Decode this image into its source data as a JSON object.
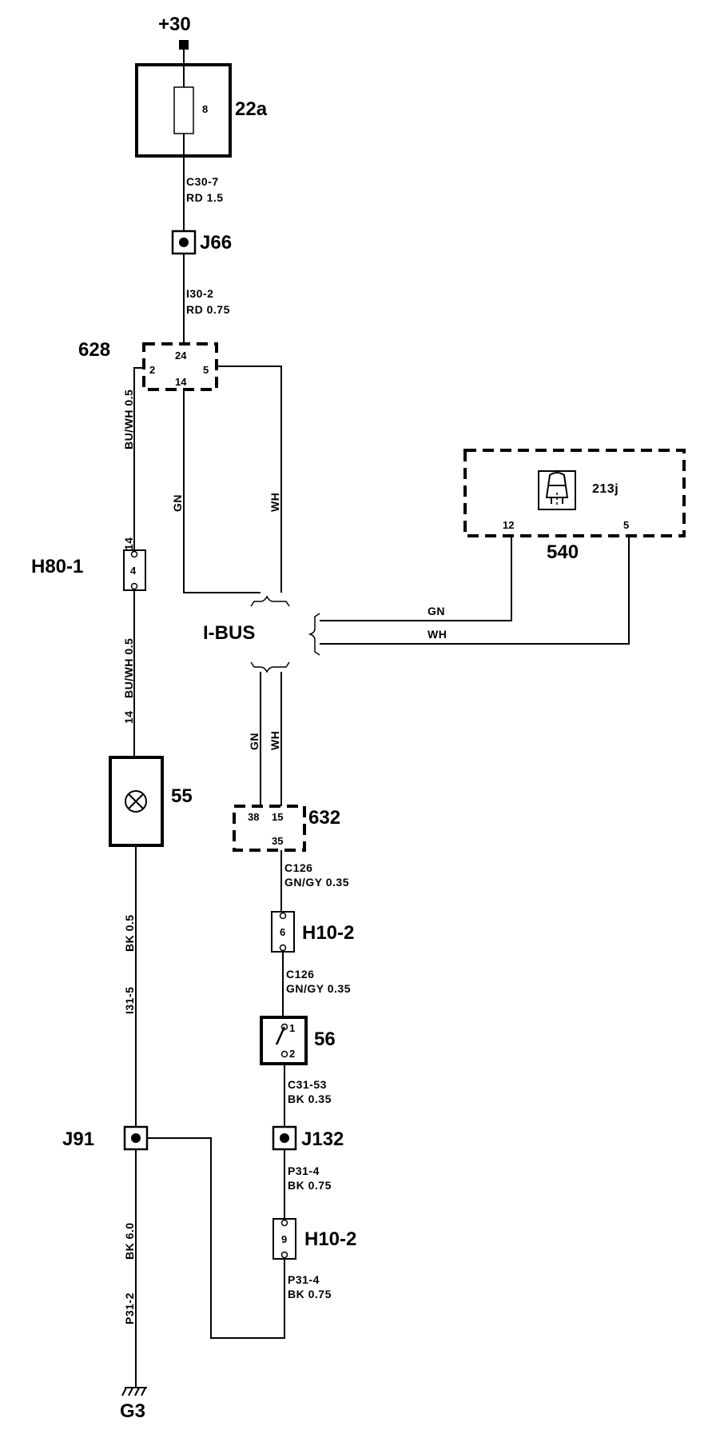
{
  "supply": {
    "label": "+30"
  },
  "fuse": {
    "id": "22a",
    "number": "8"
  },
  "wires": {
    "w1_circuit": "C30-7",
    "w1_spec": "RD 1.5",
    "w2_circuit": "I30-2",
    "w2_spec": "RD 0.75",
    "w3_circuit": "C126",
    "w3_spec": "GN/GY 0.35",
    "w4_circuit": "C126",
    "w4_spec": "GN/GY 0.35",
    "w5_circuit": "C31-53",
    "w5_spec": "BK  0.35",
    "w6_circuit": "P31-4",
    "w6_spec": "BK  0.75",
    "w7_circuit": "P31-4",
    "w7_spec": "BK  0.75",
    "left_upper": "BU/WH 0.5",
    "left_upper_pin": "14",
    "left_mid": "BU/WH 0.5",
    "left_mid_pin": "14",
    "left_lower_spec": "BK  0.5",
    "left_lower_circuit": "I31-5",
    "ground_spec": "BK  6.0",
    "ground_circuit": "P31-2",
    "gn": "GN",
    "wh": "WH"
  },
  "junctions": {
    "j66": "J66",
    "j91": "J91",
    "j132": "J132"
  },
  "module628": {
    "id": "628",
    "pin24": "24",
    "pin2": "2",
    "pin5": "5",
    "pin14": "14"
  },
  "connector_h80": {
    "id": "H80-1",
    "pin": "4"
  },
  "ibus": {
    "label": "I-BUS"
  },
  "module540": {
    "id": "540",
    "symbol_id": "213j",
    "pin12": "12",
    "pin5": "5"
  },
  "lamp": {
    "id": "55"
  },
  "module632": {
    "id": "632",
    "pin38": "38",
    "pin15": "15",
    "pin35": "35"
  },
  "connector_h10a": {
    "id": "H10-2",
    "pin": "6"
  },
  "switch56": {
    "id": "56",
    "pin1": "1",
    "pin2": "2"
  },
  "connector_h10b": {
    "id": "H10-2",
    "pin": "9"
  },
  "ground": {
    "id": "G3"
  }
}
